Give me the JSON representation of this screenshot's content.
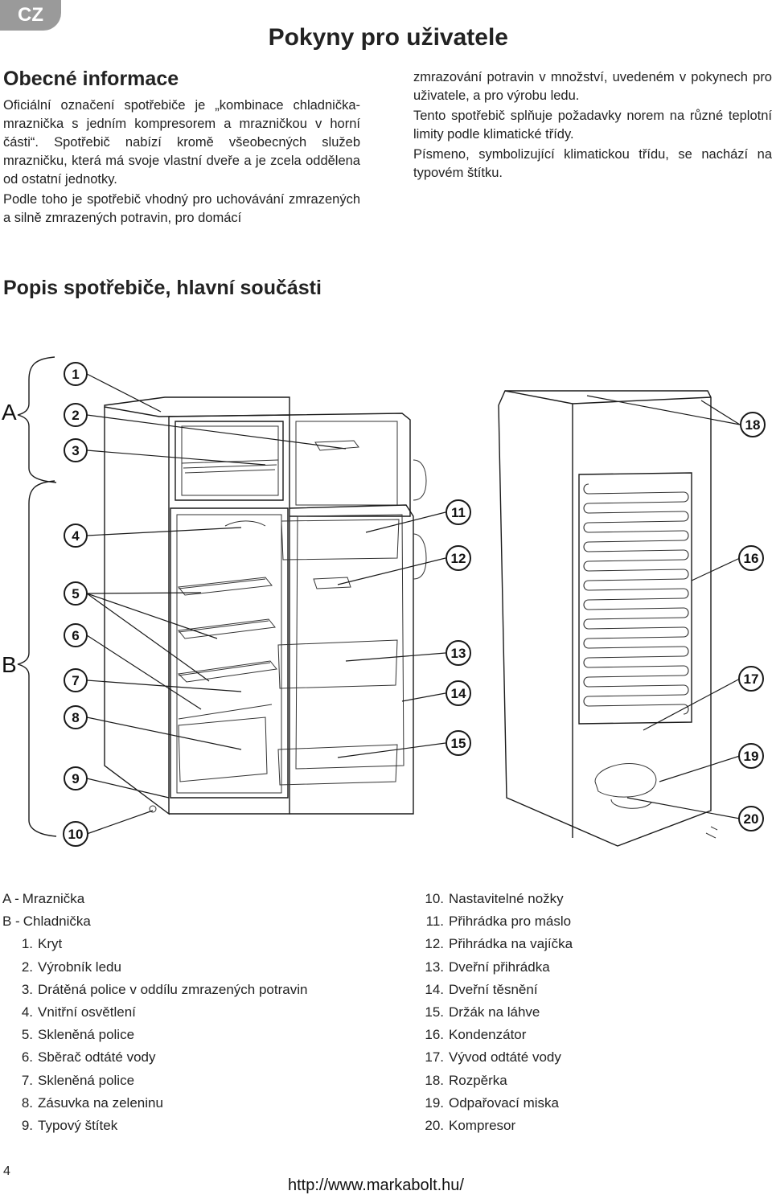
{
  "header": {
    "lang_badge": "CZ",
    "title": "Pokyny pro uživatele"
  },
  "general": {
    "heading": "Obecné informace",
    "left_paragraphs": [
      "Oficiální označení spotřebiče je „kombinace chladnička-mraznička s jedním kompresorem a mrazničkou v horní části“. Spotřebič nabízí kromě všeobecných služeb mrazničku, která má svoje vlastní dveře a je zcela oddělena od ostatní jednotky.",
      "Podle toho je spotřebič vhodný pro uchovávání zmrazených a silně zmrazených potravin, pro domácí"
    ],
    "right_paragraphs": [
      "zmrazování potravin v množství, uvedeném v pokynech pro uživatele, a pro výrobu ledu.",
      "Tento spotřebič splňuje požadavky norem na různé teplotní limity podle klimatické třídy.",
      "Písmeno, symbolizující klimatickou třídu, se nachází na typovém štítku."
    ]
  },
  "description": {
    "heading": "Popis spotřebiče, hlavní součásti"
  },
  "diagram": {
    "section_a": "A",
    "section_b": "B",
    "callouts": [
      "1",
      "2",
      "3",
      "4",
      "5",
      "6",
      "7",
      "8",
      "9",
      "10",
      "11",
      "12",
      "13",
      "14",
      "15",
      "16",
      "17",
      "18",
      "19",
      "20"
    ]
  },
  "legend": {
    "left": [
      {
        "num": "A -",
        "label": "Mraznička",
        "plain": true
      },
      {
        "num": "B -",
        "label": "Chladnička",
        "plain": true
      },
      {
        "num": "1.",
        "label": "Kryt"
      },
      {
        "num": "2.",
        "label": "Výrobník ledu"
      },
      {
        "num": "3.",
        "label": "Drátěná police v oddílu zmrazených potravin"
      },
      {
        "num": "4.",
        "label": "Vnitřní osvětlení"
      },
      {
        "num": "5.",
        "label": "Skleněná police"
      },
      {
        "num": "6.",
        "label": "Sběrač odtáté vody"
      },
      {
        "num": "7.",
        "label": "Skleněná police"
      },
      {
        "num": "8.",
        "label": "Zásuvka na zeleninu"
      },
      {
        "num": "9.",
        "label": "Typový štítek"
      }
    ],
    "right": [
      {
        "num": "10.",
        "label": "Nastavitelné nožky"
      },
      {
        "num": "11.",
        "label": "Přihrádka pro máslo"
      },
      {
        "num": "12.",
        "label": "Přihrádka na vajíčka"
      },
      {
        "num": "13.",
        "label": "Dveřní přihrádka"
      },
      {
        "num": "14.",
        "label": "Dveřní těsnění"
      },
      {
        "num": "15.",
        "label": "Držák na láhve"
      },
      {
        "num": "16.",
        "label": "Kondenzátor"
      },
      {
        "num": "17.",
        "label": "Vývod odtáté vody"
      },
      {
        "num": "18.",
        "label": "Rozpěrka"
      },
      {
        "num": "19.",
        "label": "Odpařovací miska"
      },
      {
        "num": "20.",
        "label": "Kompresor"
      }
    ]
  },
  "footer": {
    "page_number": "4",
    "url": "http://www.markabolt.hu/"
  }
}
